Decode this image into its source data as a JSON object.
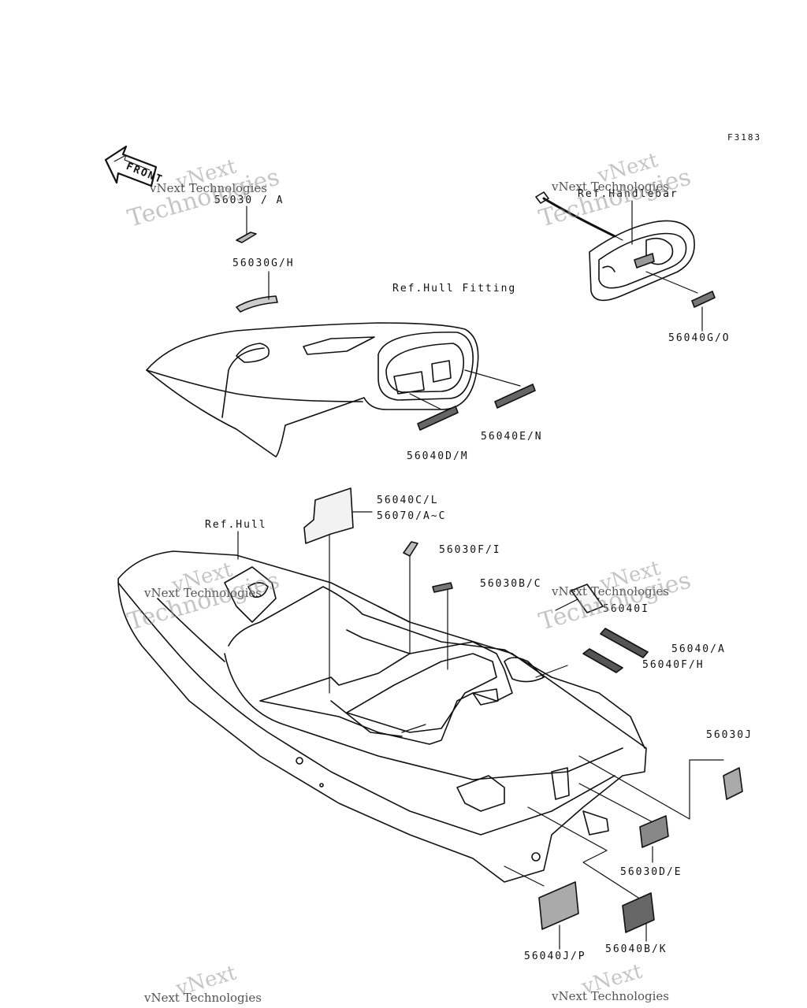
{
  "diagram_code": "F3183",
  "front_arrow": "FRONT",
  "watermark": {
    "brand": "vNext",
    "line": "vNext Technologies",
    "word": "Technologies"
  },
  "labels": {
    "p56030a": "56030 / A",
    "p56030gh": "56030G/H",
    "ref_hull_fitting": "Ref.Hull Fitting",
    "ref_handlebar": "Ref.Handlebar",
    "p56040go": "56040G/O",
    "p56040en": "56040E/N",
    "p56040dm": "56040D/M",
    "p56040cl": "56040C/L",
    "p56070ac": "56070/A~C",
    "ref_hull": "Ref.Hull",
    "p56030fi": "56030F/I",
    "p56030bc": "56030B/C",
    "p56040i": "56040I",
    "p56040a": "56040/A",
    "p56040fh": "56040F/H",
    "p56030j": "56030J",
    "p56030de": "56030D/E",
    "p56040jp": "56040J/P",
    "p56040bk": "56040B/K"
  }
}
